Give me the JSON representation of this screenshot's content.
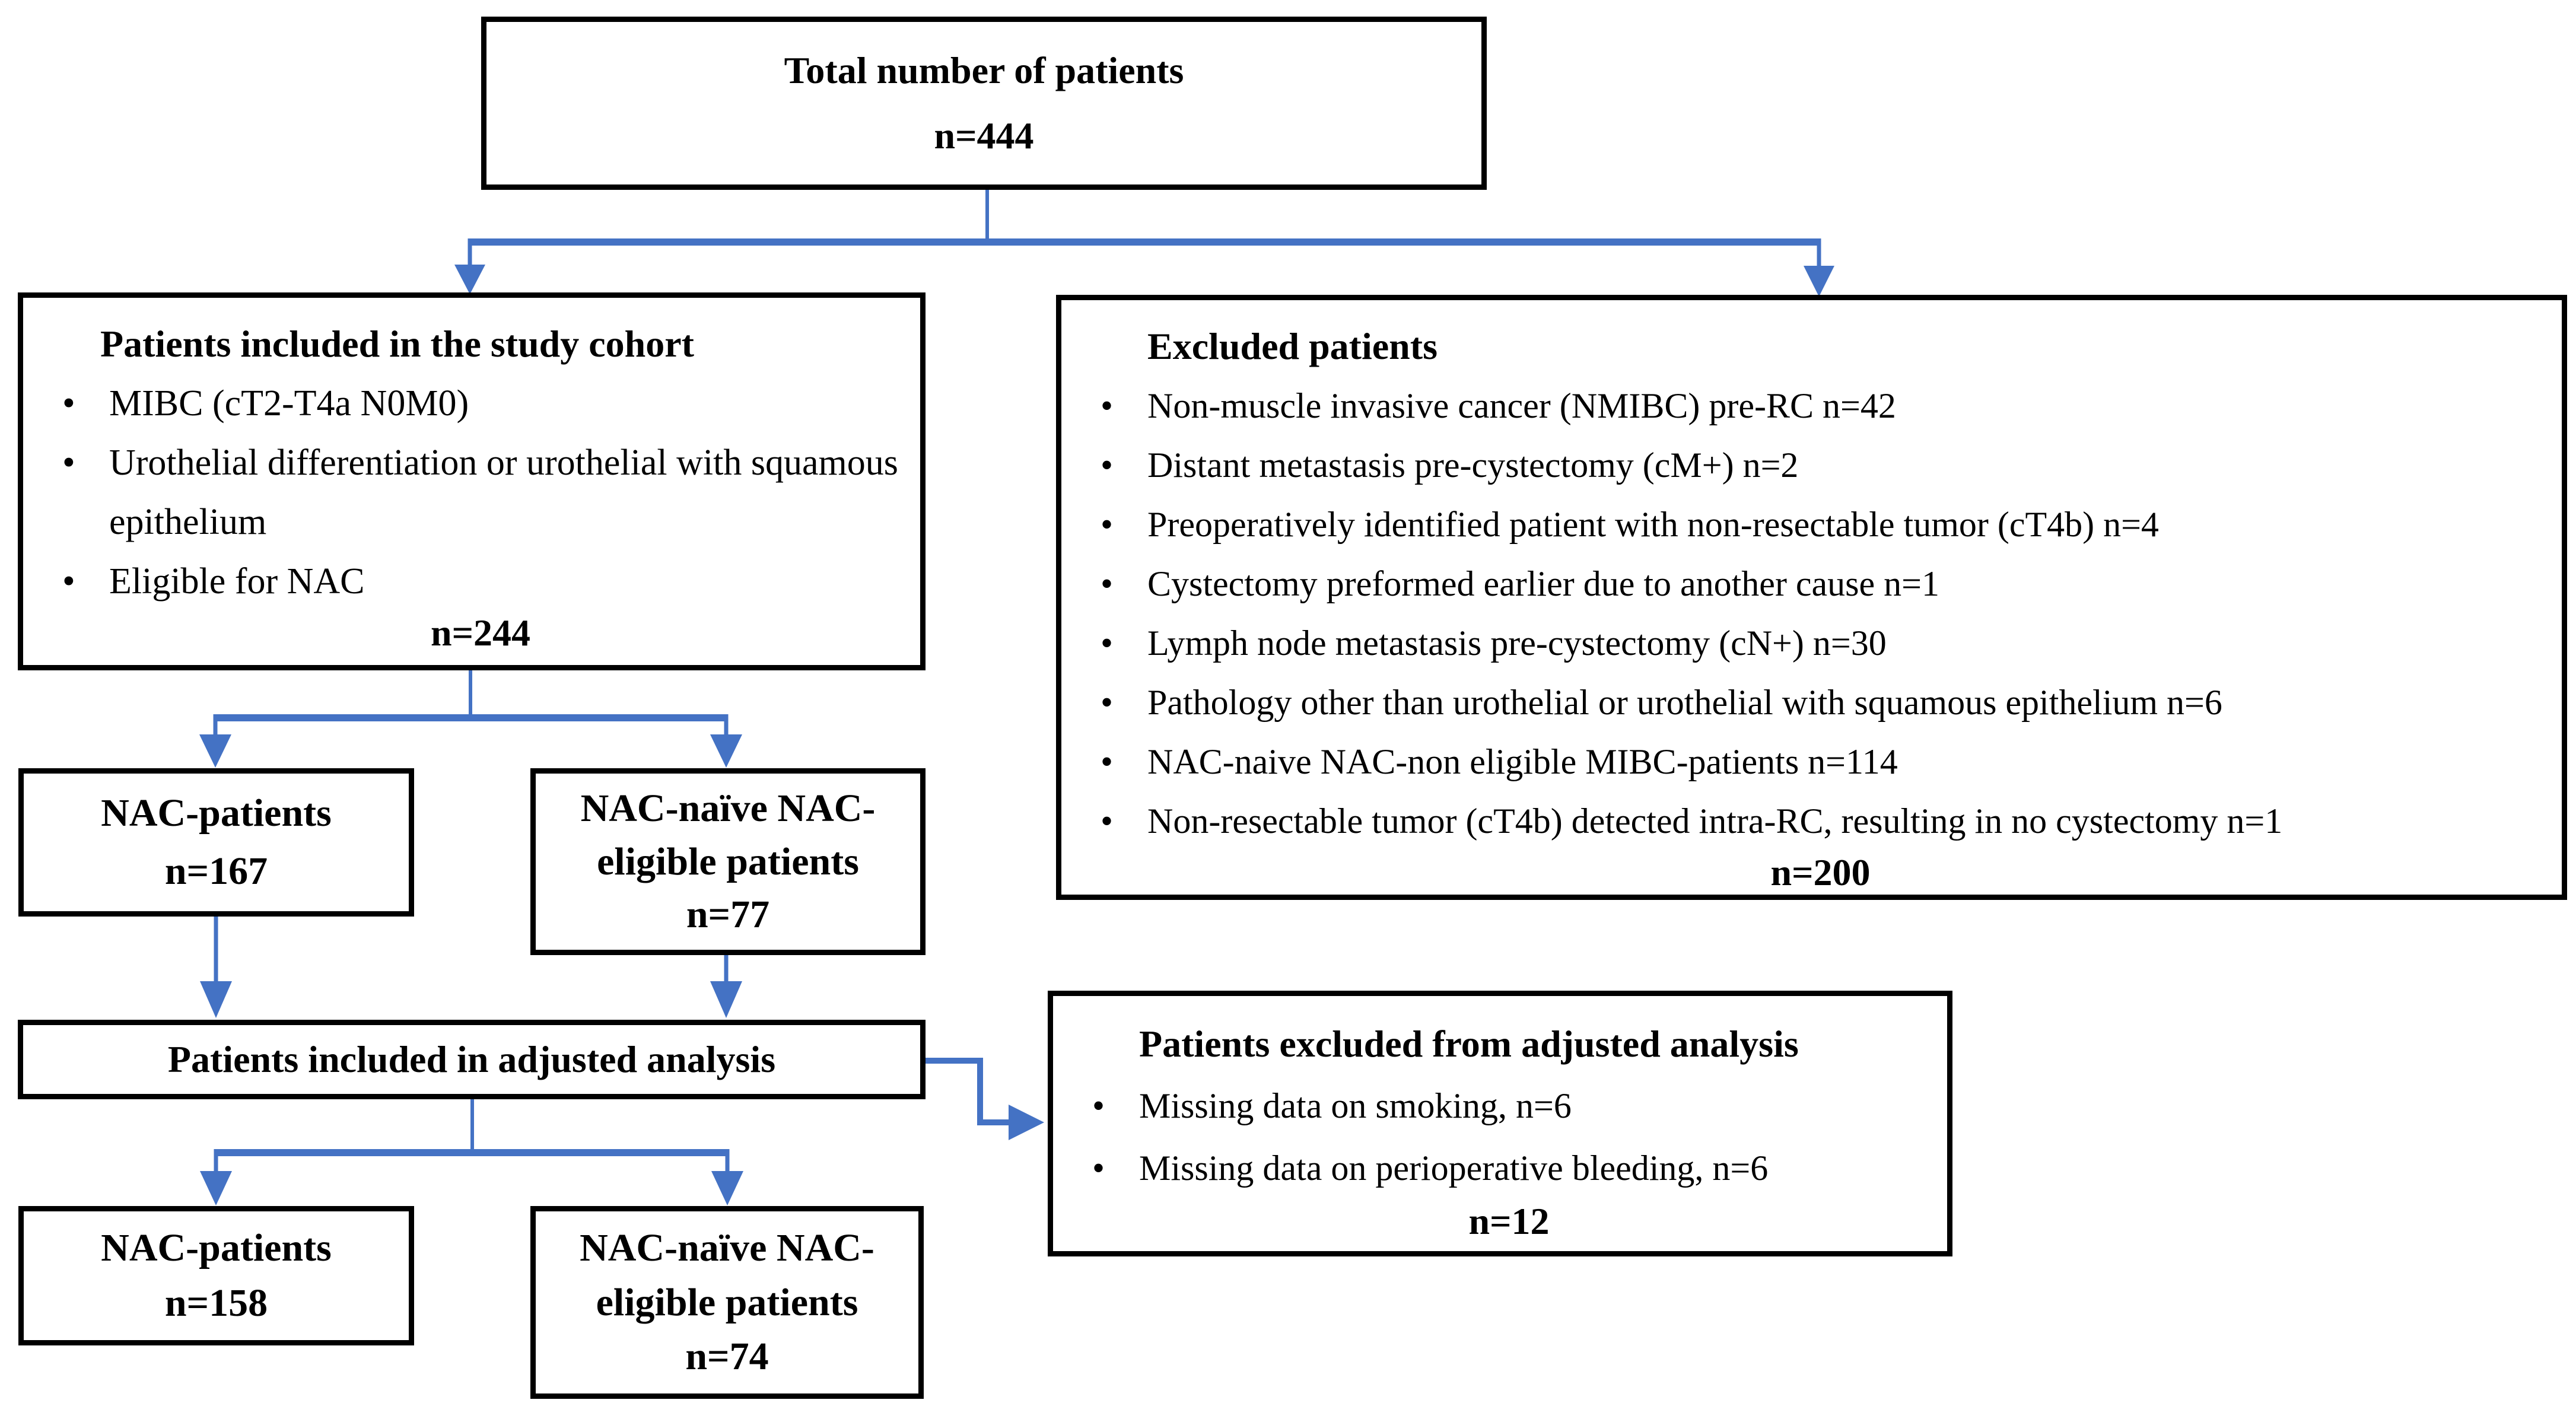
{
  "arrow_color": "#4472C4",
  "boxes": {
    "total": {
      "title": "Total number of patients",
      "n": "n=444"
    },
    "cohort": {
      "title": "Patients included in the study cohort",
      "bullets": [
        "MIBC (cT2-T4a N0M0)",
        "Urothelial differentiation or urothelial with squamous epithelium",
        "Eligible for NAC"
      ],
      "n": "n=244"
    },
    "excluded": {
      "title": "Excluded patients",
      "bullets": [
        "Non-muscle invasive cancer (NMIBC) pre-RC n=42",
        "Distant metastasis pre-cystectomy (cM+) n=2",
        "Preoperatively identified patient with non-resectable tumor (cT4b) n=4",
        "Cystectomy preformed earlier due to another cause n=1",
        "Lymph node metastasis pre-cystectomy (cN+) n=30",
        "Pathology other than urothelial or urothelial with squamous epithelium n=6",
        "NAC-naive NAC-non eligible MIBC-patients n=114",
        "Non-resectable tumor (cT4b) detected intra-RC, resulting in no cystectomy n=1"
      ],
      "n": "n=200"
    },
    "nac167": {
      "title_lines": [
        "NAC-patients"
      ],
      "n": "n=167"
    },
    "naive77": {
      "title_lines": [
        "NAC-naïve NAC-",
        "eligible patients"
      ],
      "n": "n=77"
    },
    "adjusted": {
      "title": "Patients included in adjusted analysis"
    },
    "excl_adj": {
      "title": "Patients excluded from adjusted analysis",
      "bullets": [
        "Missing data on smoking, n=6",
        "Missing data on perioperative bleeding, n=6"
      ],
      "n": "n=12"
    },
    "nac158": {
      "title_lines": [
        "NAC-patients"
      ],
      "n": "n=158"
    },
    "naive74": {
      "title_lines": [
        "NAC-naïve NAC-",
        "eligible patients"
      ],
      "n": "n=74"
    }
  }
}
